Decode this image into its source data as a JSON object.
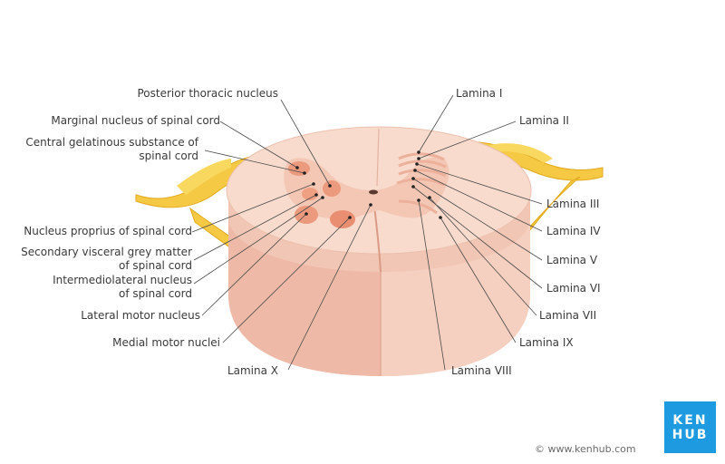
{
  "labels": {
    "posterior_thoracic_nucleus": "Posterior thoracic nucleus",
    "marginal_nucleus": "Marginal nucleus of spinal cord",
    "central_gelatinous_line1": "Central gelatinous substance of",
    "central_gelatinous_line2": "spinal cord",
    "nucleus_proprius": "Nucleus proprius of spinal cord",
    "secondary_visceral_line1": "Secondary visceral grey matter",
    "secondary_visceral_line2": "of spinal cord",
    "intermediolateral_line1": "Intermediolateral nucleus",
    "intermediolateral_line2": "of spinal cord",
    "lateral_motor_nucleus": "Lateral motor nucleus",
    "medial_motor_nuclei": "Medial motor nuclei",
    "lamina_x": "Lamina X",
    "lamina_i": "Lamina I",
    "lamina_ii": "Lamina II",
    "lamina_iii": "Lamina III",
    "lamina_iv": "Lamina IV",
    "lamina_v": "Lamina V",
    "lamina_vi": "Lamina VI",
    "lamina_vii": "Lamina VII",
    "lamina_ix": "Lamina IX",
    "lamina_viii": "Lamina VIII"
  },
  "credit": "© www.kenhub.com",
  "logo": {
    "line1": "KEN",
    "line2": "HUB"
  },
  "colors": {
    "tissue": "#f7d3c4",
    "tissue_shade": "#efbfae",
    "grey_matter": "#f3c1ae",
    "nucleus": "#ec9a7d",
    "nerve": "#f6c945",
    "nerve_dark": "#e2a91c",
    "leader": "#4a4a4a",
    "logo_bg": "#1e9be0"
  }
}
